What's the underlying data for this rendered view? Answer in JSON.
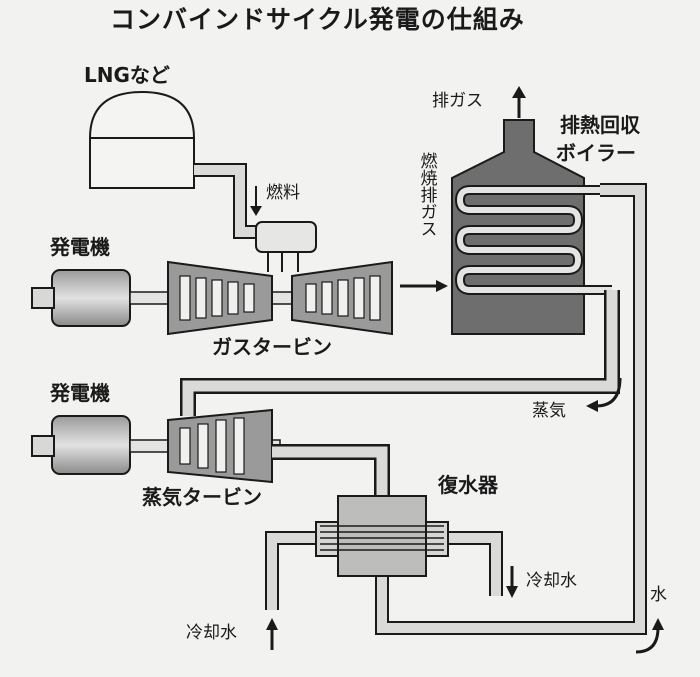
{
  "title": "コンバインドサイクル発電の仕組み",
  "labels": {
    "lng": "LNGなど",
    "fuel": "燃料",
    "generator_top": "発電機",
    "gas_turbine": "ガスタービン",
    "exhaust_gas_out": "排ガス",
    "hrsg": "排熱回収",
    "hrsg2": "ボイラー",
    "combustion_exhaust": "燃焼排ガス",
    "generator_bottom": "発電機",
    "steam_turbine": "蒸気タービン",
    "steam": "蒸気",
    "condenser": "復水器",
    "cooling_water_out": "冷却水",
    "cooling_water_in": "冷却水",
    "water": "水"
  },
  "colors": {
    "background": "#f2f2f0",
    "ink": "#1a1a1a",
    "dark_fill": "#6e6e6e",
    "mid_fill": "#a8a8a8",
    "light_fill": "#e6e6e4",
    "pipe": "#dadad8"
  }
}
